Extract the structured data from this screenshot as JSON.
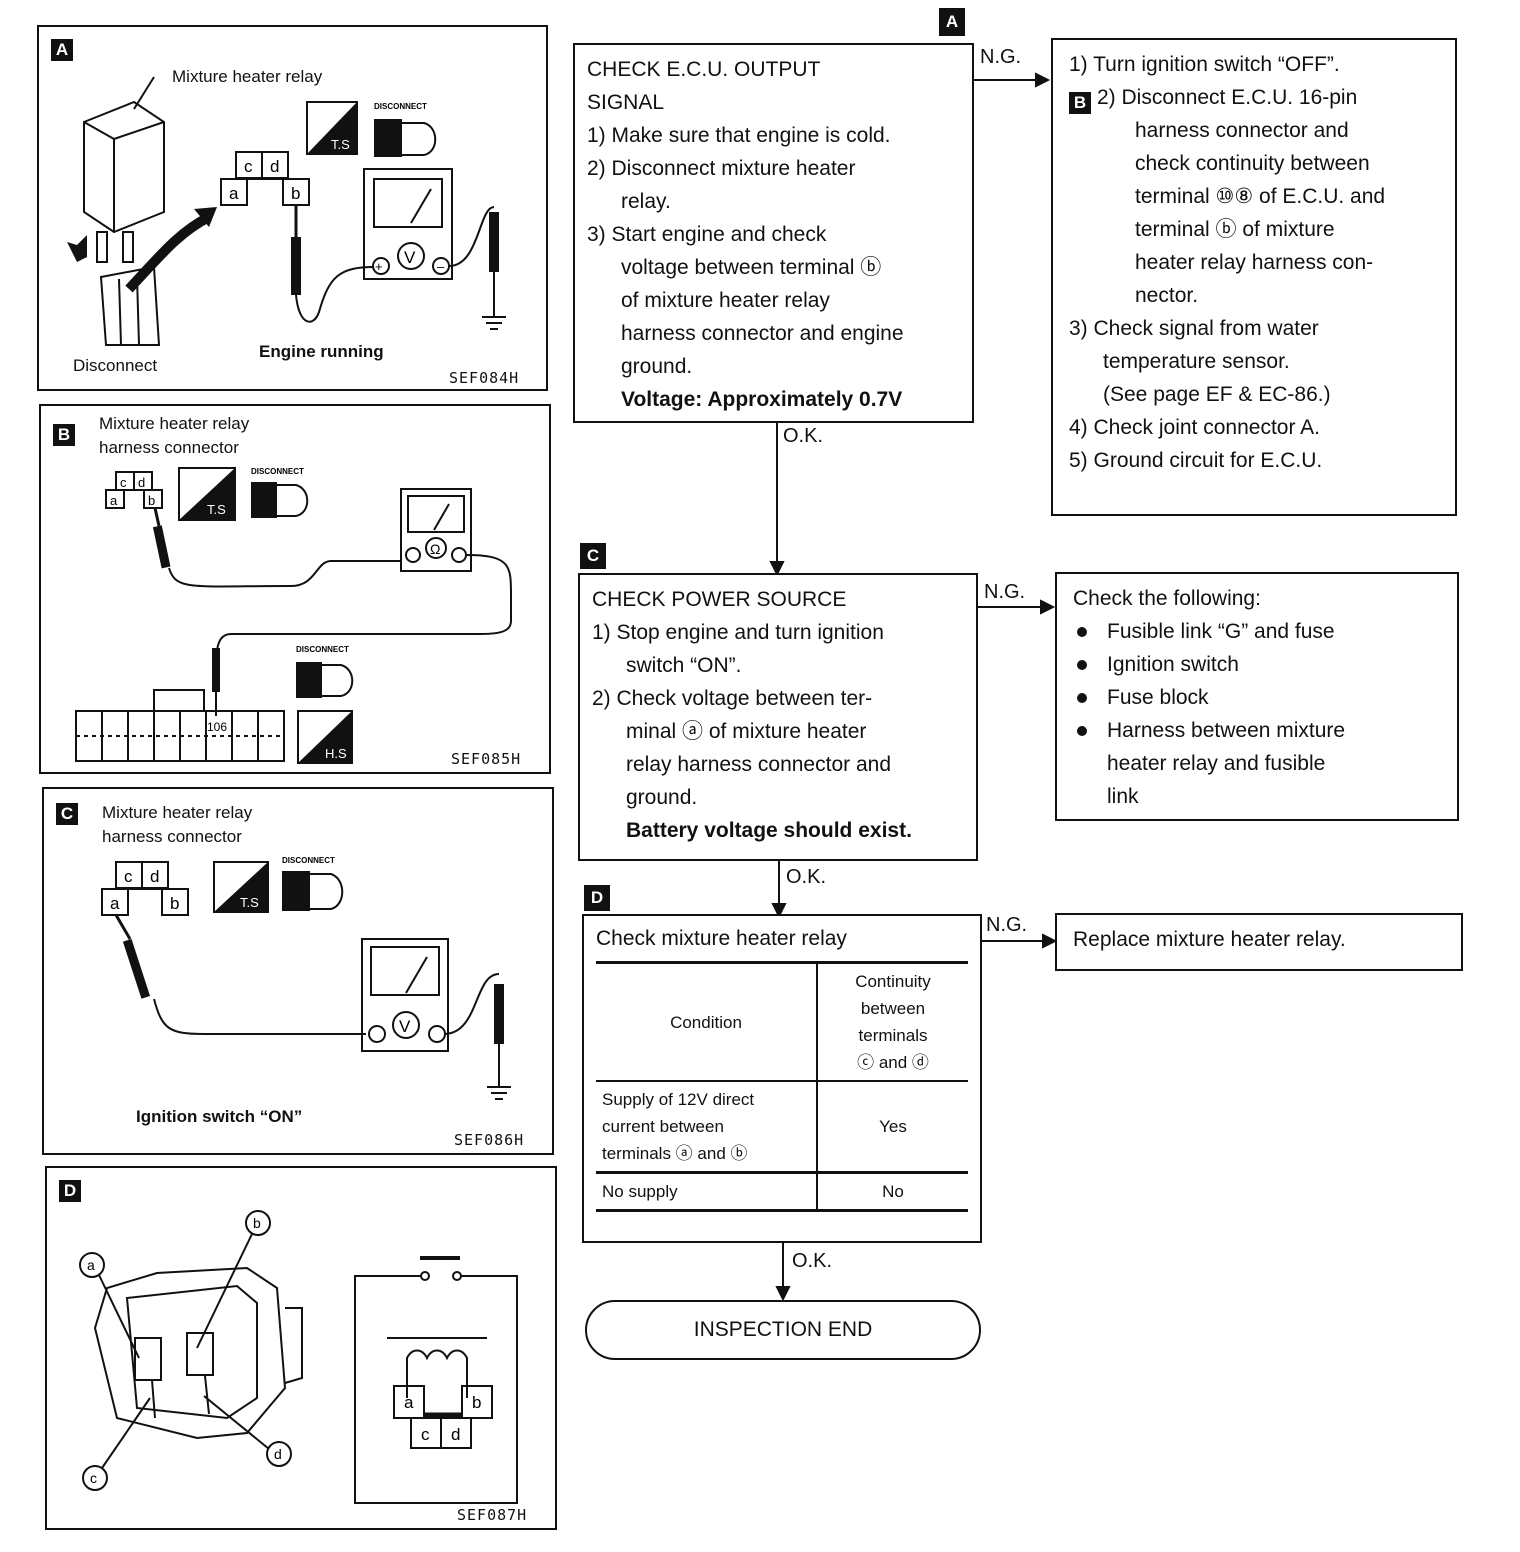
{
  "panel_a": {
    "badge": "A",
    "label_relay": "Mixture heater relay",
    "label_disconnect": "Disconnect",
    "label_engine": "Engine running",
    "fig_code": "SEF084H",
    "terminals": [
      "c",
      "d",
      "a",
      "b"
    ],
    "meter_mark": "V",
    "ts_label": "T.S",
    "disconnect_icon_label": "DISCONNECT"
  },
  "panel_b": {
    "badge": "B",
    "label_line1": "Mixture heater relay",
    "label_line2": "harness connector",
    "fig_code": "SEF085H",
    "terminals": [
      "c",
      "d",
      "a",
      "b"
    ],
    "meter_mark": "Ω",
    "ts_label": "T.S",
    "hs_label": "H.S",
    "disconnect_icon_label": "DISCONNECT",
    "pin_number": "106"
  },
  "panel_c": {
    "badge": "C",
    "label_line1": "Mixture heater relay",
    "label_line2": "harness connector",
    "label_ignition": "Ignition switch “ON”",
    "fig_code": "SEF086H",
    "terminals": [
      "c",
      "d",
      "a",
      "b"
    ],
    "meter_mark": "V",
    "ts_label": "T.S",
    "disconnect_icon_label": "DISCONNECT"
  },
  "panel_d": {
    "badge": "D",
    "fig_code": "SEF087H",
    "callouts": [
      "a",
      "b",
      "c",
      "d"
    ],
    "terminals": [
      "a",
      "b",
      "c",
      "d"
    ]
  },
  "flow": {
    "step_a": {
      "badge": "A",
      "title1": "CHECK  E.C.U.  OUTPUT",
      "title2": "SIGNAL",
      "s1": "1)  Make sure that engine is cold.",
      "s2a": "2)  Disconnect mixture heater",
      "s2b": "relay.",
      "s3a": "3)  Start engine and check",
      "s3b": "voltage between terminal ⓑ",
      "s3c": "of mixture heater relay",
      "s3d": "harness connector and engine",
      "s3e": "ground.",
      "spec": "Voltage: Approximately 0.7V"
    },
    "ng_a": {
      "s1": "1)  Turn ignition switch “OFF”.",
      "badge": "B",
      "s2a": "2)  Disconnect E.C.U. 16-pin",
      "s2b": "harness connector and",
      "s2c": "check continuity between",
      "s2d": "terminal ⑩⑧ of E.C.U. and",
      "s2e": "terminal ⓑ of mixture",
      "s2f": "heater relay harness con-",
      "s2g": "nector.",
      "s3a": "3)  Check signal from water",
      "s3b": "temperature sensor.",
      "s3c": "(See page EF & EC-86.)",
      "s4": "4)  Check joint connector A.",
      "s5": "5)  Ground circuit for E.C.U."
    },
    "step_c": {
      "badge": "C",
      "title": "CHECK  POWER  SOURCE",
      "s1a": "1)  Stop engine and turn ignition",
      "s1b": "switch “ON”.",
      "s2a": "2)  Check voltage between ter-",
      "s2b": "minal ⓐ of mixture heater",
      "s2c": "relay harness connector and",
      "s2d": "ground.",
      "spec": "Battery voltage should exist."
    },
    "ng_c": {
      "title": "Check the following:",
      "b1": "Fusible link “G” and fuse",
      "b2": "Ignition switch",
      "b3": "Fuse block",
      "b4a": "Harness between mixture",
      "b4b": "heater relay and fusible",
      "b4c": "link"
    },
    "step_d": {
      "badge": "D",
      "title": "Check mixture heater relay",
      "col1": "Condition",
      "col2a": "Continuity",
      "col2b": "between",
      "col2c": "terminals",
      "col2d": "ⓒ  and  ⓓ",
      "r1a": "Supply of 12V direct",
      "r1b": "current between",
      "r1c": "terminals ⓐ and ⓑ",
      "r1v": "Yes",
      "r2": "No supply",
      "r2v": "No"
    },
    "ng_d": "Replace mixture heater relay.",
    "end": "INSPECTION END",
    "ng_label": "N.G.",
    "ok_label": "O.K."
  }
}
